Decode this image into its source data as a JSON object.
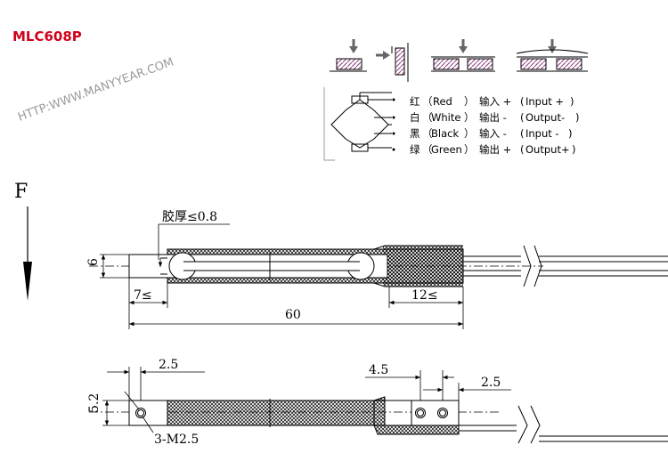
{
  "model": "MLC608P",
  "watermark": "HTTP:WWW.MANYYEAR.COM",
  "force_label": "F",
  "wiring": {
    "rows": [
      {
        "color_cn": "红",
        "color_en": "Red",
        "func_cn": "输入 +",
        "func_en": "Input +"
      },
      {
        "color_cn": "白",
        "color_en": "White",
        "func_cn": "输出 -",
        "func_en": "Output-"
      },
      {
        "color_cn": "黑",
        "color_en": "Black",
        "func_cn": "输入 -",
        "func_en": "Input -"
      },
      {
        "color_cn": "绿",
        "color_en": "Green",
        "func_cn": "输出 +",
        "func_en": "Output+"
      }
    ]
  },
  "dimensions": {
    "glue_thickness": "胶厚≤0.8",
    "height": "6",
    "left_end": "7≤",
    "right_end": "12≤",
    "total_length": "60",
    "hole_offset_left": "2.5",
    "hole_spacing": "4.5",
    "hole_offset_right": "2.5",
    "width": "5.2",
    "holes": "3-M2.5"
  },
  "colors": {
    "model_label": "#d0021b",
    "watermark": "#9a9a9a",
    "hatch": "#8a3c7c",
    "line": "#000000"
  }
}
